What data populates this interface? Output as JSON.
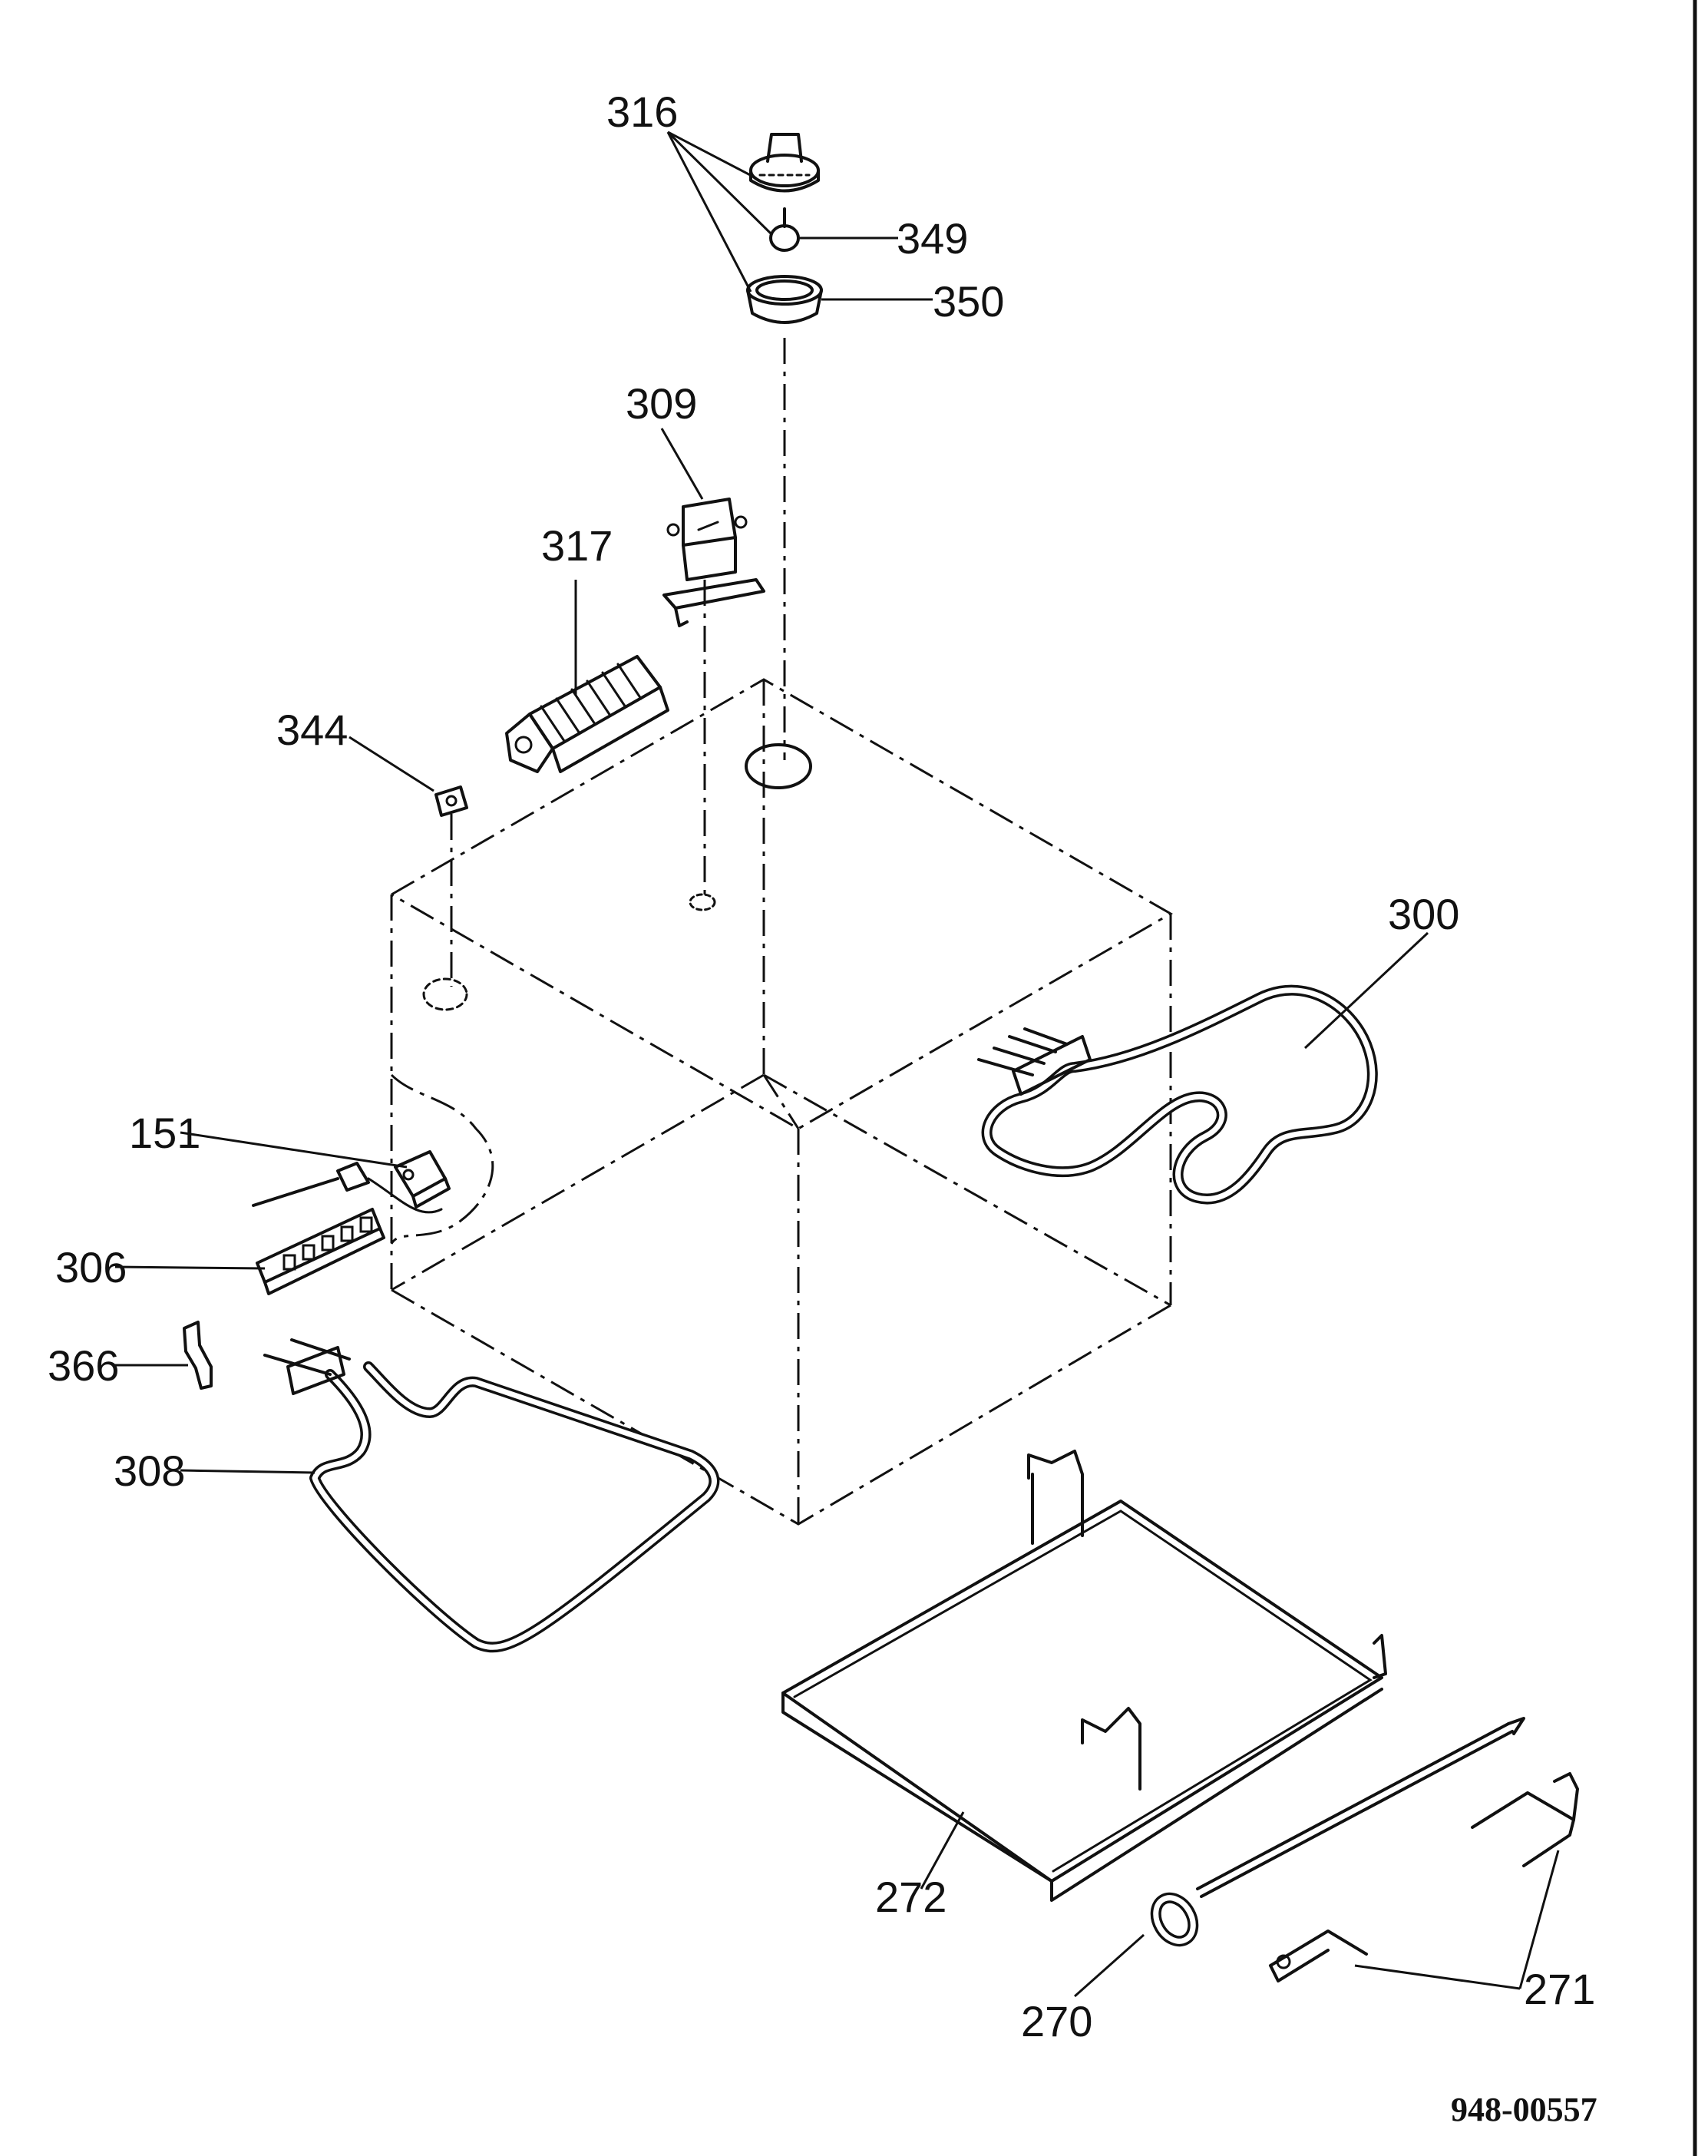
{
  "document_number": "948-00557",
  "callouts": {
    "c151": "151",
    "c270": "270",
    "c271": "271",
    "c272": "272",
    "c300": "300",
    "c306": "306",
    "c308": "308",
    "c309": "309",
    "c316": "316",
    "c317": "317",
    "c344": "344",
    "c349": "349",
    "c350": "350",
    "c366": "366"
  }
}
